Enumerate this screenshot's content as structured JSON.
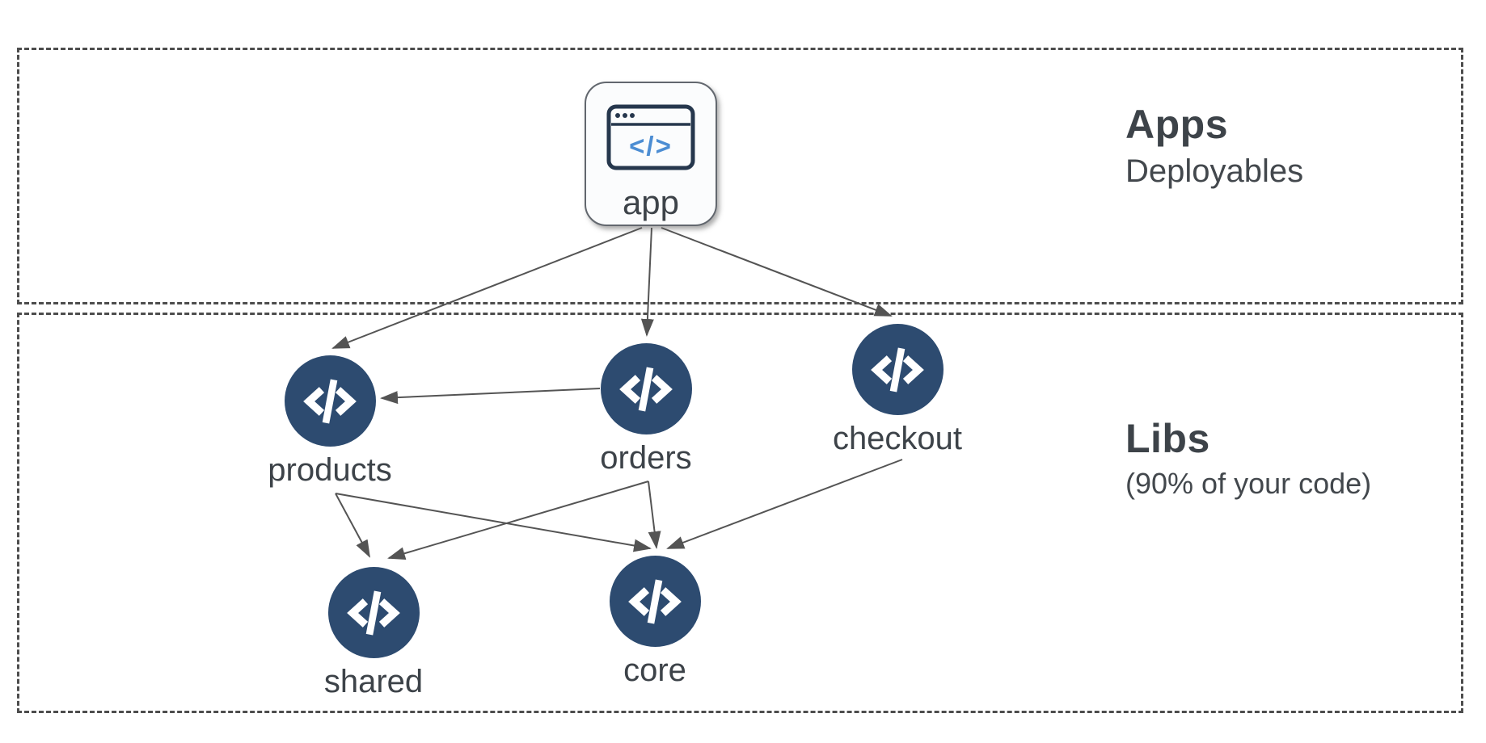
{
  "sections": {
    "apps": {
      "title": "Apps",
      "subtitle": "Deployables"
    },
    "libs": {
      "title": "Libs",
      "subtitle": "(90% of your code)"
    }
  },
  "nodes": {
    "app": {
      "label": "app",
      "kind": "application",
      "icon": "browser-window-icon"
    },
    "products": {
      "label": "products",
      "kind": "library",
      "icon": "code-icon"
    },
    "orders": {
      "label": "orders",
      "kind": "library",
      "icon": "code-icon"
    },
    "checkout": {
      "label": "checkout",
      "kind": "library",
      "icon": "code-icon"
    },
    "shared": {
      "label": "shared",
      "kind": "library",
      "icon": "code-icon"
    },
    "core": {
      "label": "core",
      "kind": "library",
      "icon": "code-icon"
    }
  },
  "edges": [
    {
      "from": "app",
      "to": "products"
    },
    {
      "from": "app",
      "to": "orders"
    },
    {
      "from": "app",
      "to": "checkout"
    },
    {
      "from": "orders",
      "to": "products"
    },
    {
      "from": "products",
      "to": "shared"
    },
    {
      "from": "products",
      "to": "core"
    },
    {
      "from": "orders",
      "to": "shared"
    },
    {
      "from": "orders",
      "to": "core"
    },
    {
      "from": "checkout",
      "to": "core"
    }
  ],
  "colors": {
    "library_node_fill": "#2d4b70",
    "node_icon": "#ffffff",
    "edge": "#545454",
    "section_border": "#4d4d4d",
    "text": "#3d4349",
    "app_icon_outline": "#26374d",
    "app_icon_code": "#4c8dd3"
  }
}
